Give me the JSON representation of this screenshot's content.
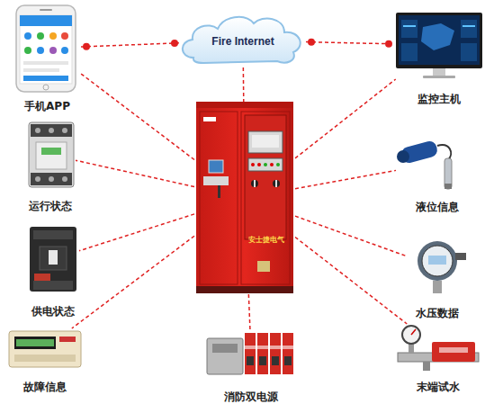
{
  "diagram": {
    "nodes": [
      {
        "text": [
          "手机APP"
        ]
      },
      {
        "text": [
          "Fire Internet"
        ]
      },
      {
        "text": [
          "监控主机"
        ]
      },
      {
        "text": [
          "运行状态"
        ]
      },
      {
        "text": [
          "液位信息"
        ]
      },
      {
        "text": [
          "安士捷电气"
        ]
      },
      {
        "text": [
          "供电状态"
        ]
      },
      {
        "text": [
          "水压数据"
        ]
      },
      {
        "text": [
          "故障信息"
        ]
      },
      {
        "text": [
          "消防双电源"
        ]
      },
      {
        "text": [
          "末端试水"
        ]
      }
    ],
    "edges": [
      {
        "from": 0,
        "to": 1,
        "arrow": "none"
      },
      {
        "from": 1,
        "to": 2,
        "arrow": "none"
      },
      {
        "from": 1,
        "to": 5,
        "arrow": "none"
      },
      {
        "from": 5,
        "to": 0,
        "arrow": "none"
      },
      {
        "from": 5,
        "to": 2,
        "arrow": "none"
      },
      {
        "from": 5,
        "to": 3,
        "arrow": "none"
      },
      {
        "from": 5,
        "to": 4,
        "arrow": "none"
      },
      {
        "from": 5,
        "to": 6,
        "arrow": "none"
      },
      {
        "from": 5,
        "to": 7,
        "arrow": "none"
      },
      {
        "from": 5,
        "to": 8,
        "arrow": "none"
      },
      {
        "from": 5,
        "to": 9,
        "arrow": "none"
      },
      {
        "from": 5,
        "to": 10,
        "arrow": "none"
      }
    ]
  }
}
